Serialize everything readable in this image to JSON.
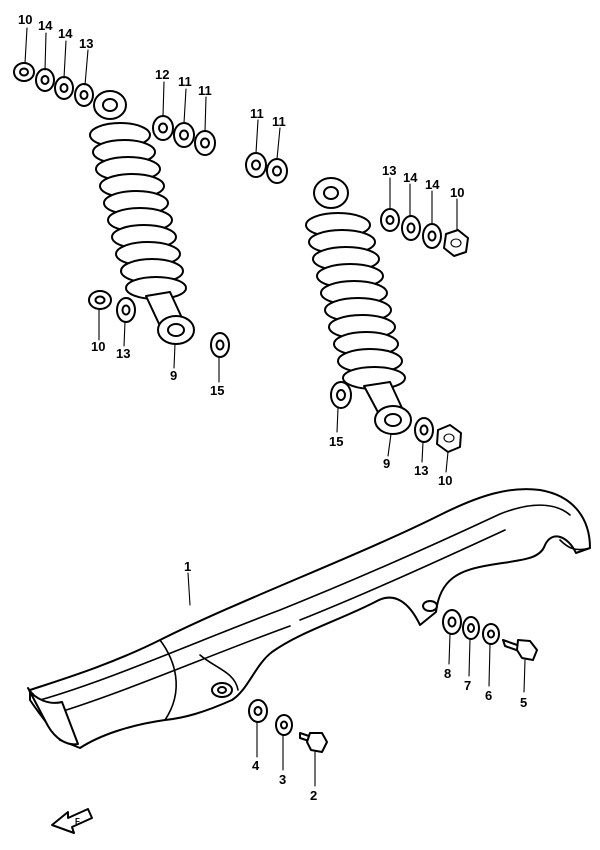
{
  "diagram": {
    "callouts": [
      {
        "id": "c-left-10",
        "label": "10"
      },
      {
        "id": "c-left-14a",
        "label": "14"
      },
      {
        "id": "c-left-14b",
        "label": "14"
      },
      {
        "id": "c-left-13a",
        "label": "13"
      },
      {
        "id": "c-left-12",
        "label": "12"
      },
      {
        "id": "c-left-11a",
        "label": "11"
      },
      {
        "id": "c-left-11b",
        "label": "11"
      },
      {
        "id": "c-mid-11a",
        "label": "11"
      },
      {
        "id": "c-mid-11b",
        "label": "11"
      },
      {
        "id": "c-left-10b",
        "label": "10"
      },
      {
        "id": "c-left-13b",
        "label": "13"
      },
      {
        "id": "c-left-9",
        "label": "9"
      },
      {
        "id": "c-left-15",
        "label": "15"
      },
      {
        "id": "c-right-13a",
        "label": "13"
      },
      {
        "id": "c-right-14a",
        "label": "14"
      },
      {
        "id": "c-right-14b",
        "label": "14"
      },
      {
        "id": "c-right-10a",
        "label": "10"
      },
      {
        "id": "c-right-15",
        "label": "15"
      },
      {
        "id": "c-right-9",
        "label": "9"
      },
      {
        "id": "c-right-13b",
        "label": "13"
      },
      {
        "id": "c-right-10b",
        "label": "10"
      },
      {
        "id": "c-guard-1",
        "label": "1"
      },
      {
        "id": "c-8",
        "label": "8"
      },
      {
        "id": "c-7",
        "label": "7"
      },
      {
        "id": "c-6",
        "label": "6"
      },
      {
        "id": "c-5",
        "label": "5"
      },
      {
        "id": "c-4",
        "label": "4"
      },
      {
        "id": "c-3",
        "label": "3"
      },
      {
        "id": "c-2",
        "label": "2"
      }
    ],
    "front_arrow": {
      "label": "F"
    }
  }
}
